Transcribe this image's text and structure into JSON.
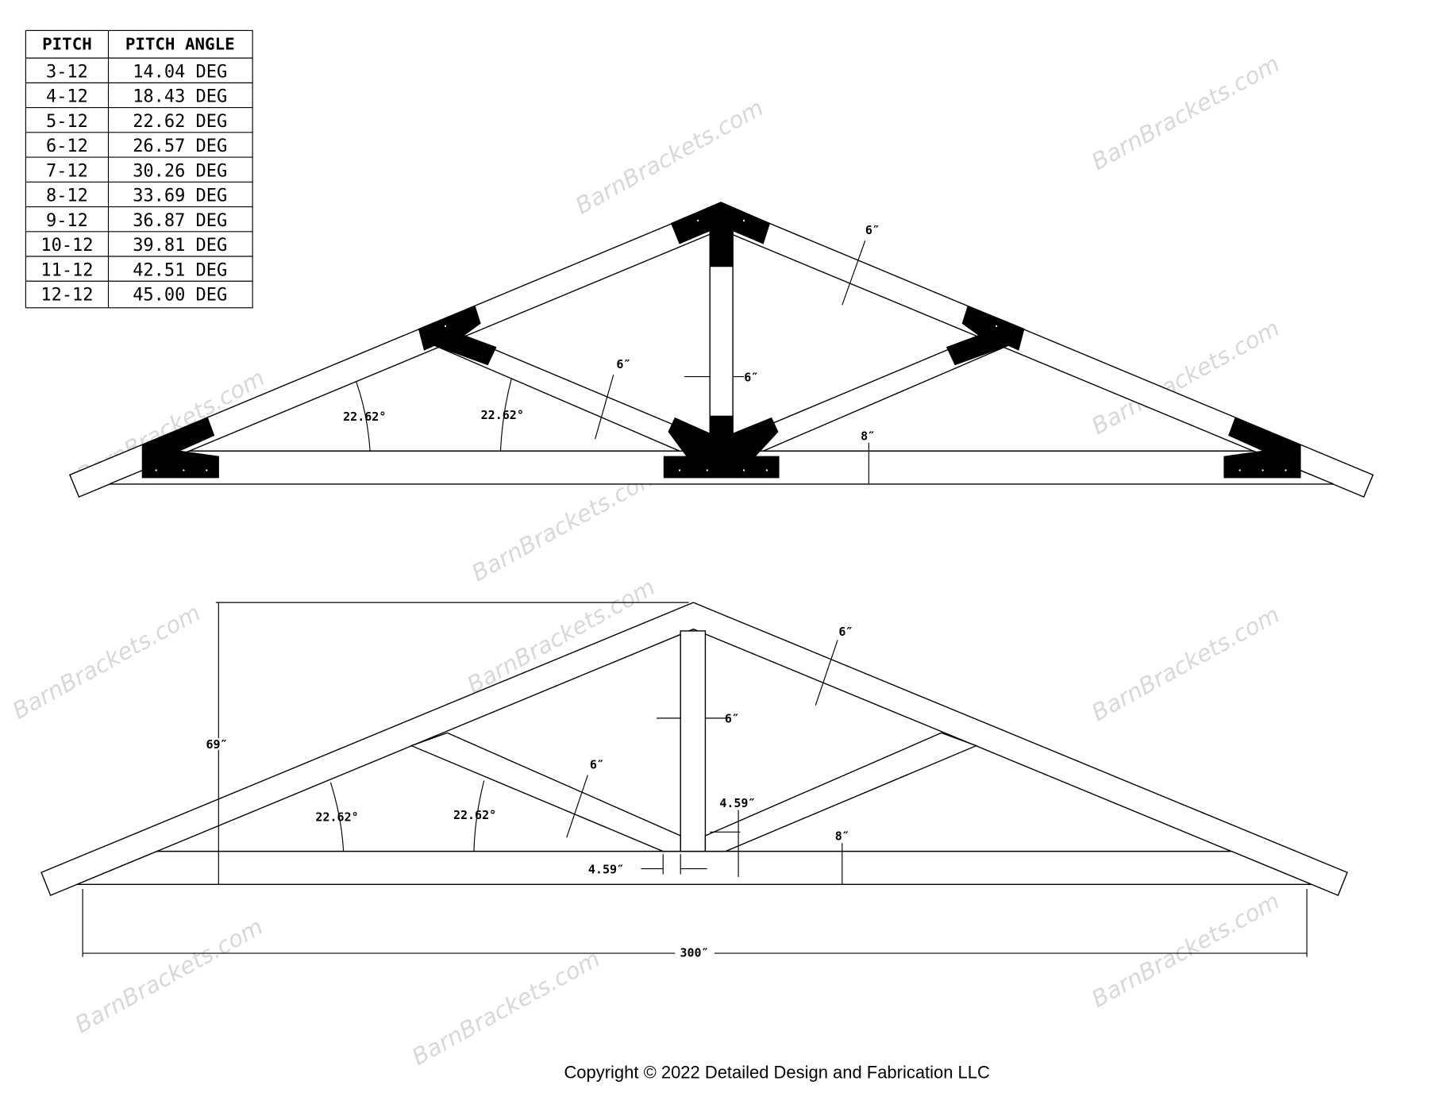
{
  "pitch_table": {
    "headers": [
      "PITCH",
      "PITCH ANGLE"
    ],
    "rows": [
      [
        "3-12",
        "14.04 DEG"
      ],
      [
        "4-12",
        "18.43 DEG"
      ],
      [
        "5-12",
        "22.62 DEG"
      ],
      [
        "6-12",
        "26.57 DEG"
      ],
      [
        "7-12",
        "30.26 DEG"
      ],
      [
        "8-12",
        "33.69 DEG"
      ],
      [
        "9-12",
        "36.87 DEG"
      ],
      [
        "10-12",
        "39.81 DEG"
      ],
      [
        "11-12",
        "42.51 DEG"
      ],
      [
        "12-12",
        "45.00 DEG"
      ]
    ]
  },
  "top_truss": {
    "angle_left": "22.62°",
    "angle_web": "22.62°",
    "web_width": "6″",
    "rafter_width": "6″",
    "king_post_width": "6″",
    "chord_height": "8″"
  },
  "bottom_truss": {
    "height": "69″",
    "span": "300″",
    "rafter_width": "6″",
    "king_post_width": "6″",
    "web_width": "6″",
    "angle_left": "22.62°",
    "angle_web": "22.62°",
    "offset_vertical": "4.59″",
    "offset_horizontal": "4.59″",
    "chord_height": "8″"
  },
  "watermark": "BarnBrackets.com",
  "copyright": "Copyright © 2022 Detailed Design and Fabrication LLC"
}
